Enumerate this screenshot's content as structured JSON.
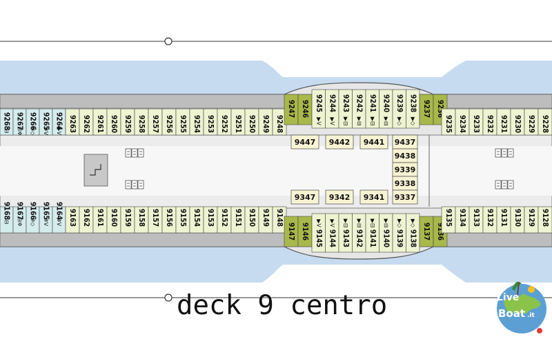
{
  "title": "deck 9 centro",
  "colors": {
    "sea": "#c6dbef",
    "hull": "#e6e6e6",
    "corridor": "#ececec",
    "balcony_strip": "#bdbdbd",
    "cabin_green": "#eef3d2",
    "cabin_teal": "#d5eced",
    "cabin_olive": "#a9b84a",
    "suite": "#f8f3d3"
  },
  "cabins": {
    "top_center_olive_left": [
      "9247",
      "9246"
    ],
    "top_center": [
      "9245",
      "9244",
      "9243",
      "9242",
      "9241",
      "9240",
      "9239",
      "9238"
    ],
    "top_center_olive_right": [
      "9237",
      "9236"
    ],
    "top_center_symbols": [
      "▶V",
      "▶V",
      "▶⊟",
      "▶⊟",
      "▶⊟",
      "▶⊟",
      "▶◇",
      "▶◇"
    ],
    "top_left_teal": [
      "9268",
      "9267",
      "9266",
      "9265",
      "9264"
    ],
    "top_left_teal_symbols": [
      "⊟",
      "⊟✲",
      "✲◇",
      "✲V",
      "▶V"
    ],
    "top_left": [
      "9263",
      "9262",
      "9261",
      "9260",
      "9259",
      "9258",
      "9257",
      "9256",
      "9255",
      "9254",
      "9253",
      "9252",
      "9251",
      "9250",
      "9249",
      "9248"
    ],
    "top_right": [
      "9235",
      "9234",
      "9233",
      "9232",
      "9231",
      "9230",
      "9229",
      "9228"
    ],
    "bottom_center_olive_left": [
      "9147",
      "9146"
    ],
    "bottom_center": [
      "9145",
      "9144",
      "9143",
      "9142",
      "9141",
      "9140",
      "9139",
      "9138"
    ],
    "bottom_center_olive_right": [
      "9137",
      "9136"
    ],
    "bottom_center_symbols": [
      "▶V",
      "▶V",
      "▶⊟",
      "▶⊟",
      "▶⊟",
      "▶⊟",
      "▶◇",
      "▶◇"
    ],
    "bottom_left_teal": [
      "9168",
      "9167",
      "9166",
      "9165",
      "9164"
    ],
    "bottom_left_teal_symbols": [
      "⊟",
      "⊟✲",
      "✲◇",
      "✲V",
      "✲V"
    ],
    "bottom_left": [
      "9163",
      "9162",
      "9161",
      "9160",
      "9159",
      "9158",
      "9157",
      "9156",
      "9155",
      "9154",
      "9153",
      "9152",
      "9151",
      "9150",
      "9149",
      "9148"
    ],
    "bottom_right": [
      "9135",
      "9134",
      "9133",
      "9132",
      "9131",
      "9130",
      "9129",
      "9128"
    ]
  },
  "suites": {
    "top_row": [
      "9447",
      "9442",
      "9441"
    ],
    "bottom_row": [
      "9347",
      "9342",
      "9341"
    ],
    "column": [
      "9437",
      "9438",
      "9339",
      "9338",
      "9337"
    ]
  },
  "logo": {
    "line1": "Live",
    "line2": "Boat",
    "suffix": ".it"
  },
  "icons": [
    "elevator-icon",
    "stairs-icon",
    "disabled-access-icon",
    "connecting-door-icon",
    "balcony-icon",
    "sofa-bed-icon",
    "bath-icon"
  ]
}
